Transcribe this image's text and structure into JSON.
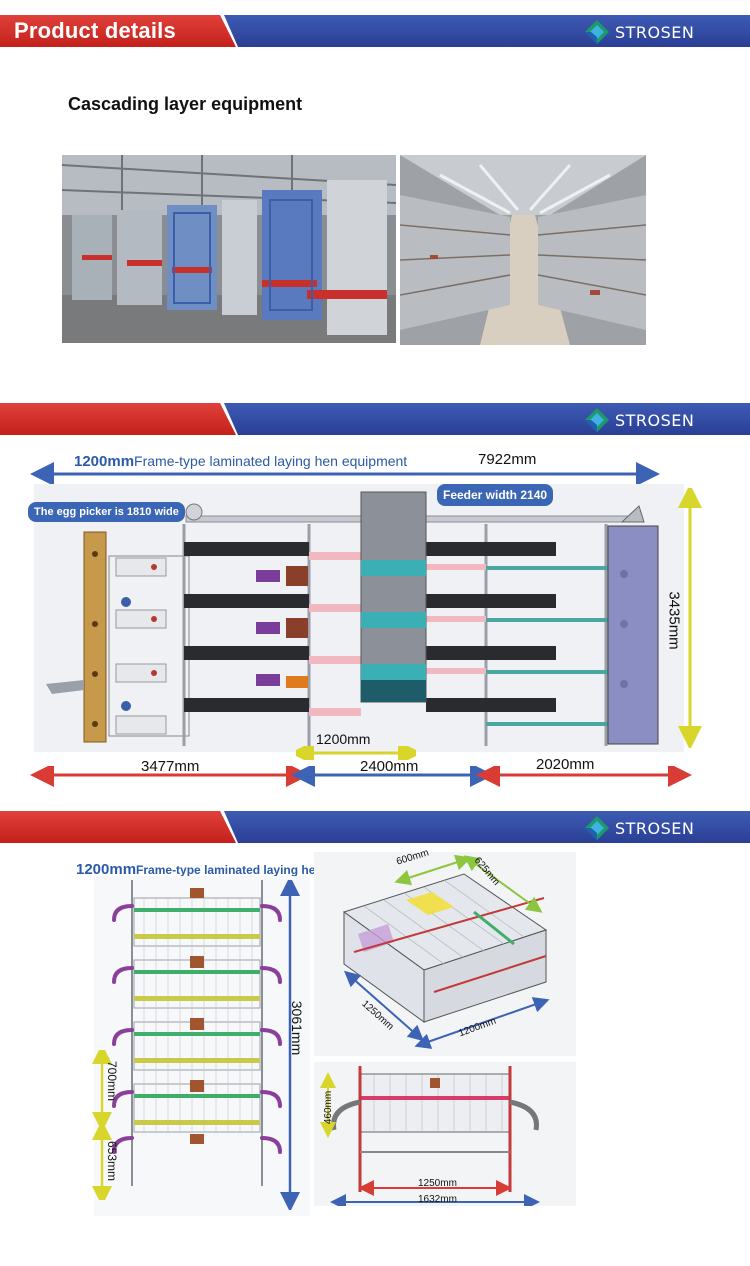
{
  "brand": {
    "name": "STROSEN",
    "logo_icon": "diamond-logo-icon",
    "colors": {
      "red": "#d12a24",
      "blue": "#2f48a3"
    }
  },
  "banner1": {
    "title": "Product details"
  },
  "section1": {
    "heading": "Cascading layer equipment"
  },
  "section2": {
    "title_bold": "1200mm",
    "title_rest": "Frame-type laminated laying hen equipment",
    "total_length": "7922mm",
    "egg_picker_note": "The egg picker is 1810 wide",
    "feeder_note": "Feeder width 2140",
    "height": "3435mm",
    "inner_width": "1200mm",
    "segments": [
      "3477mm",
      "2400mm",
      "2020mm"
    ]
  },
  "section3": {
    "title_bold": "1200mm",
    "title_rest": "Frame-type laminated laying hen equipment",
    "height": "3061mm",
    "tier_gap": "700mm",
    "bottom_gap": "653mm",
    "iso_dims": {
      "top_a": "600mm",
      "top_b": "625mm",
      "side": "1250mm",
      "front": "1200mm"
    },
    "front_dims": {
      "height": "460mm",
      "inner": "1250mm",
      "outer": "1632mm"
    }
  }
}
